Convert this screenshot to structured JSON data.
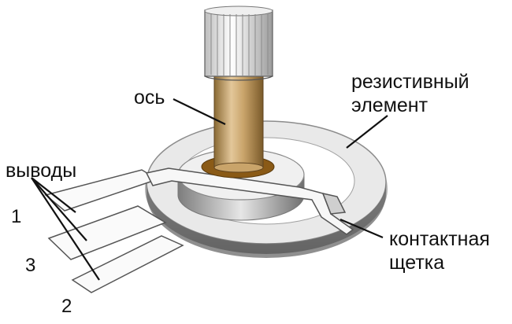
{
  "labels": {
    "axis": "ось",
    "resistive_line1": "резистивный",
    "resistive_line2": "элемент",
    "terminals": "выводы",
    "brush_line1": "контактная",
    "brush_line2": "щетка",
    "terminal_1": "1",
    "terminal_3": "3",
    "terminal_2": "2"
  }
}
